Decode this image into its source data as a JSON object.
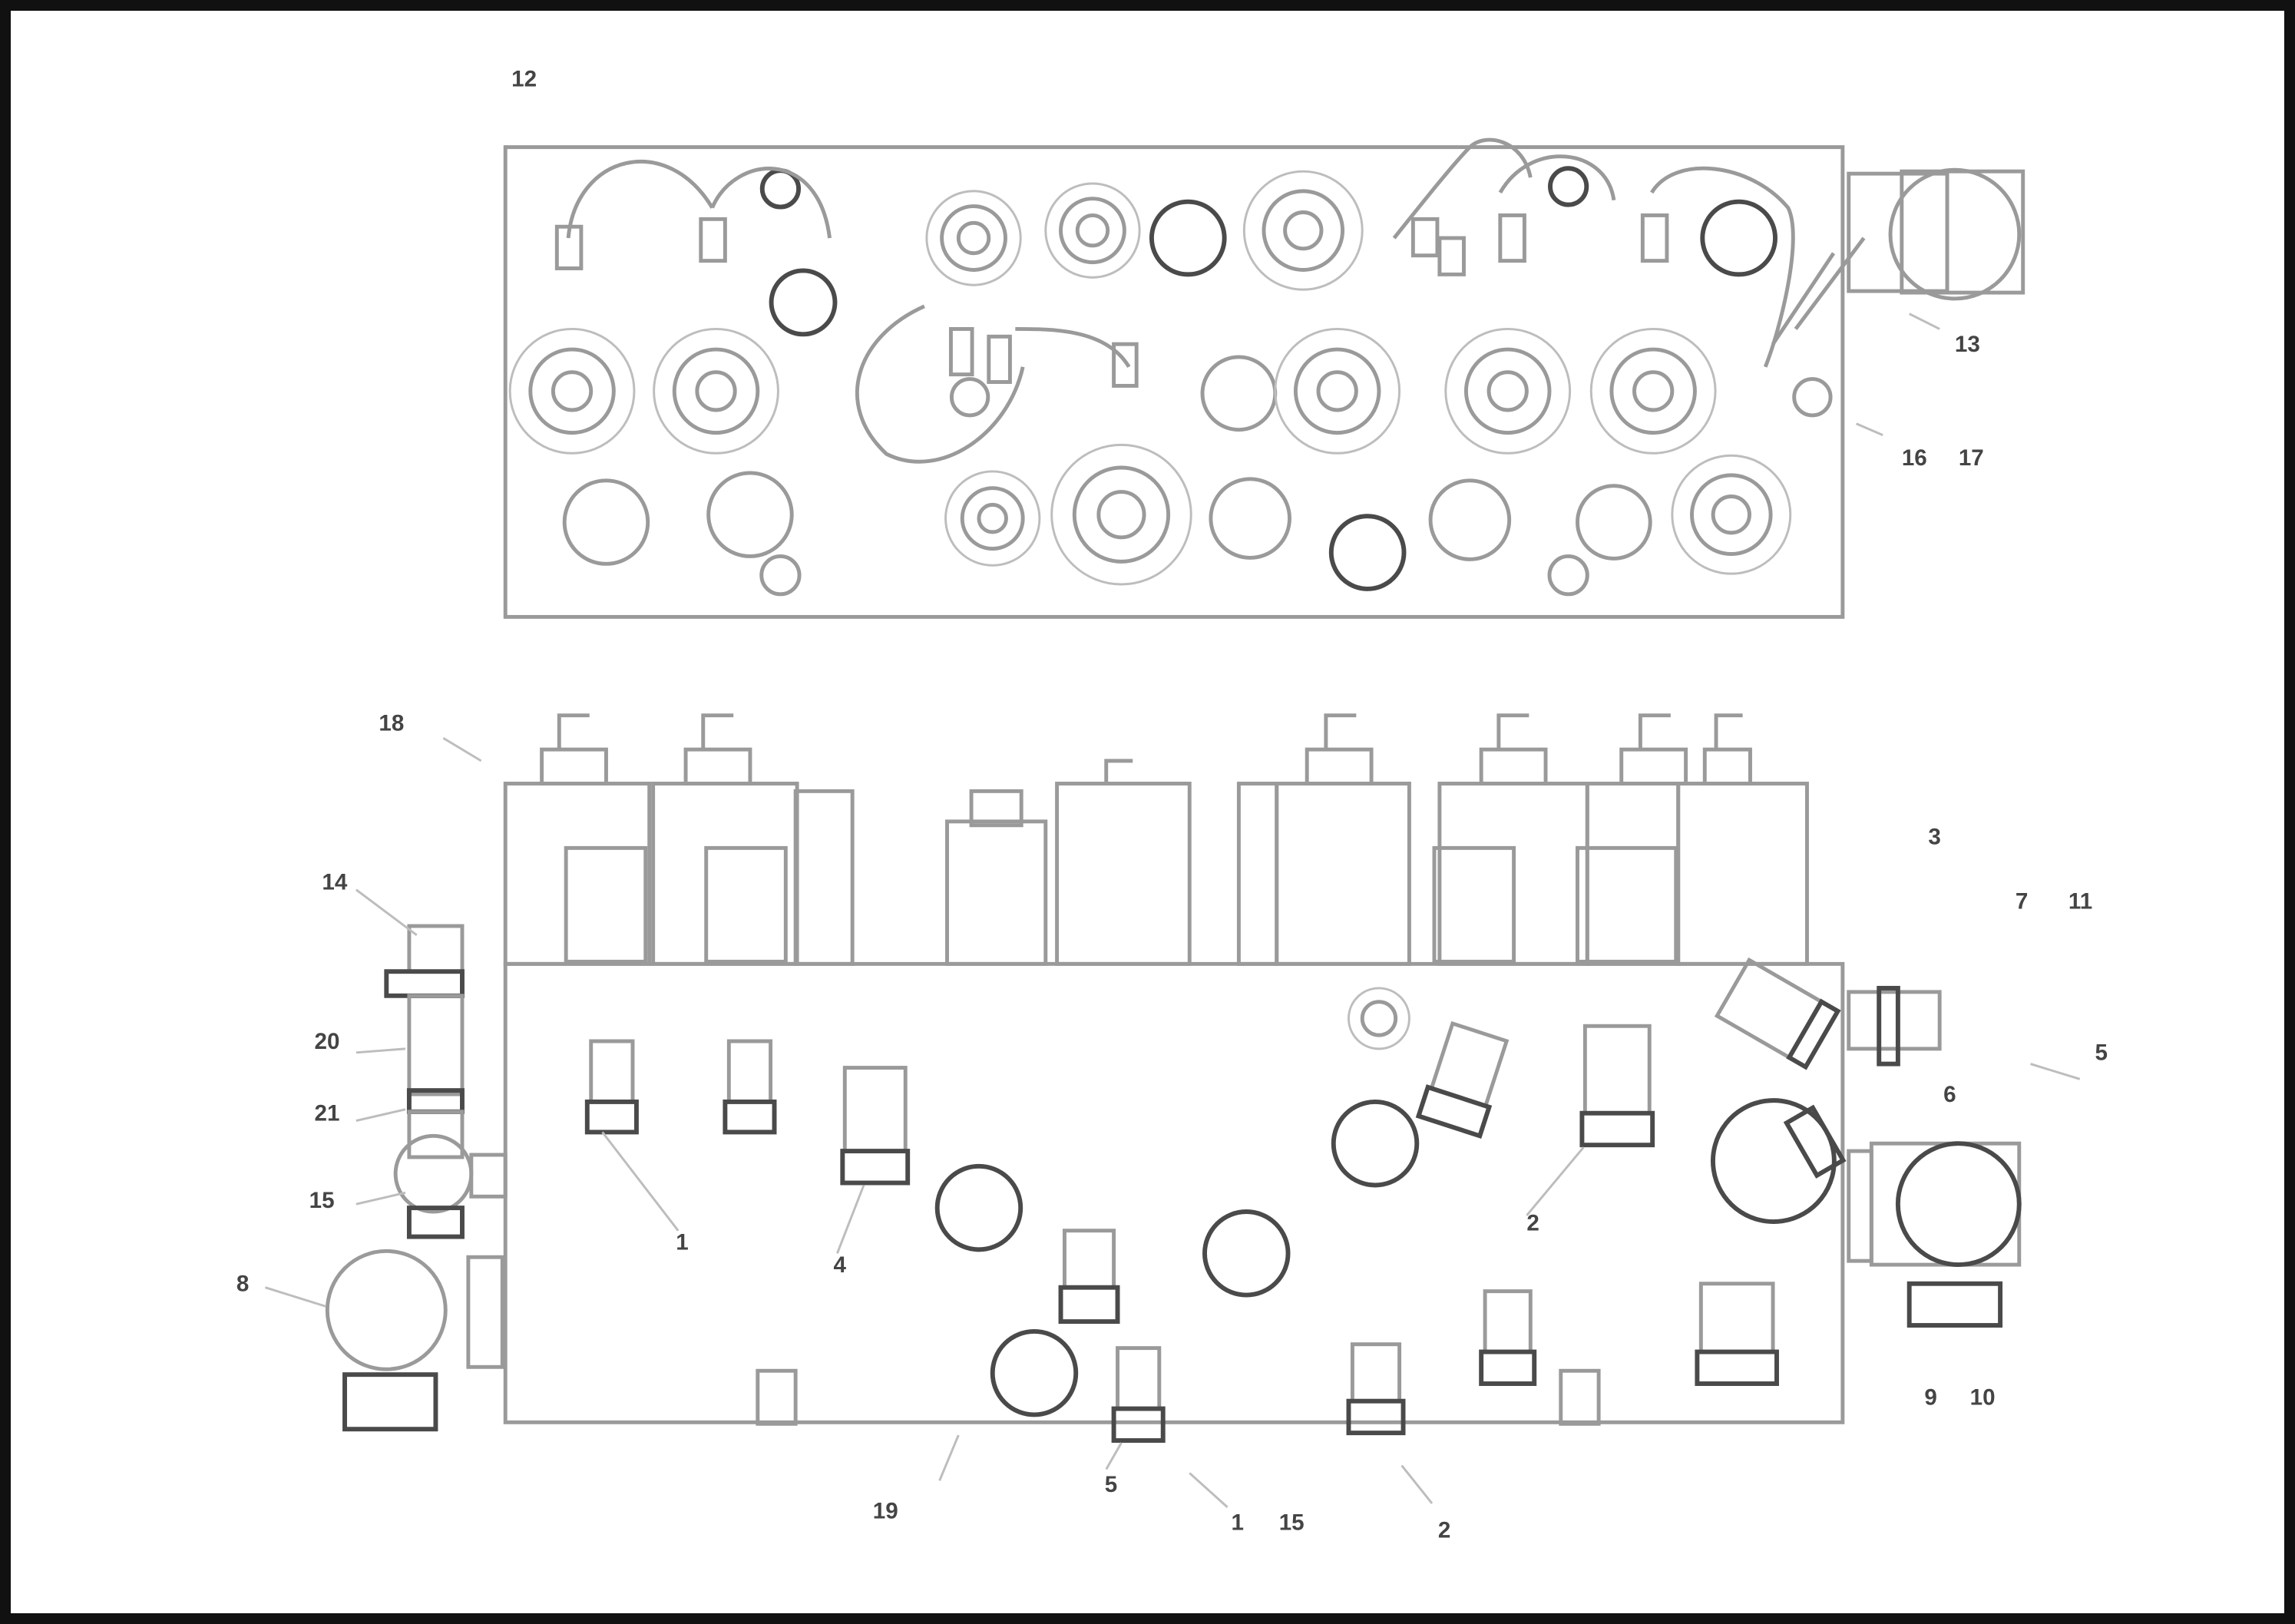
{
  "diagram": {
    "callouts": {
      "c12_top": "12",
      "c13_right": "13",
      "c16_17_a": "16",
      "c16_17_b": "17",
      "c18": "18",
      "c14": "14",
      "c20": "20",
      "c21": "21",
      "c15_left": "15",
      "c8_left": "8",
      "c3_right": "3",
      "c7": "7",
      "c11": "11",
      "c5_right": "5",
      "c6_right": "6",
      "c1": "1",
      "c4": "4",
      "c2_mid": "2",
      "c9": "9",
      "c10": "10",
      "c19": "19",
      "c5_bottom": "5",
      "c1_bottom": "1",
      "c15_bottom": "15",
      "c2_bottom": "2"
    }
  }
}
